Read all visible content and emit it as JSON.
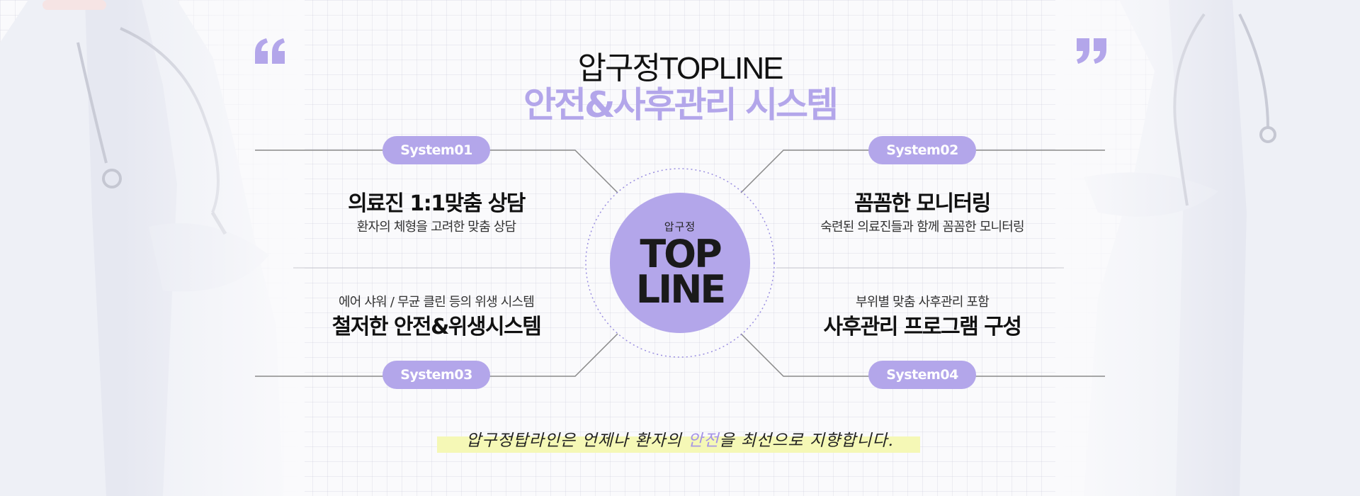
{
  "header": {
    "title_top": "압구정TOPLINE",
    "title_main": "안전&사후관리 시스템"
  },
  "center": {
    "small_label": "압구정",
    "big_line1": "TOP",
    "big_line2": "LINE"
  },
  "systems": [
    {
      "tag": "System01",
      "heading": "의료진 1:1맞춤 상담",
      "sub": "환자의 체형을 고려한 맞춤 상담"
    },
    {
      "tag": "System02",
      "heading": "꼼꼼한 모니터링",
      "sub": "숙련된 의료진들과 함께 꼼꼼한 모니터링"
    },
    {
      "tag": "System03",
      "heading": "철저한 안전&위생시스템",
      "sub": "에어 샤워 / 무균 클린 등의 위생 시스템"
    },
    {
      "tag": "System04",
      "heading": "사후관리 프로그램 구성",
      "sub": "부위별 맞춤 사후관리 포함"
    }
  ],
  "slogan": {
    "before": "압구정탑라인은 언제나 환자의 ",
    "accent": "안전",
    "after": "을 최선으로 지향합니다."
  },
  "colors": {
    "accent": "#b3a6ea",
    "highlight": "#f5f8b6",
    "text": "#111111"
  },
  "icons": {
    "quote_left": "quote-open-icon",
    "quote_right": "quote-close-icon"
  }
}
